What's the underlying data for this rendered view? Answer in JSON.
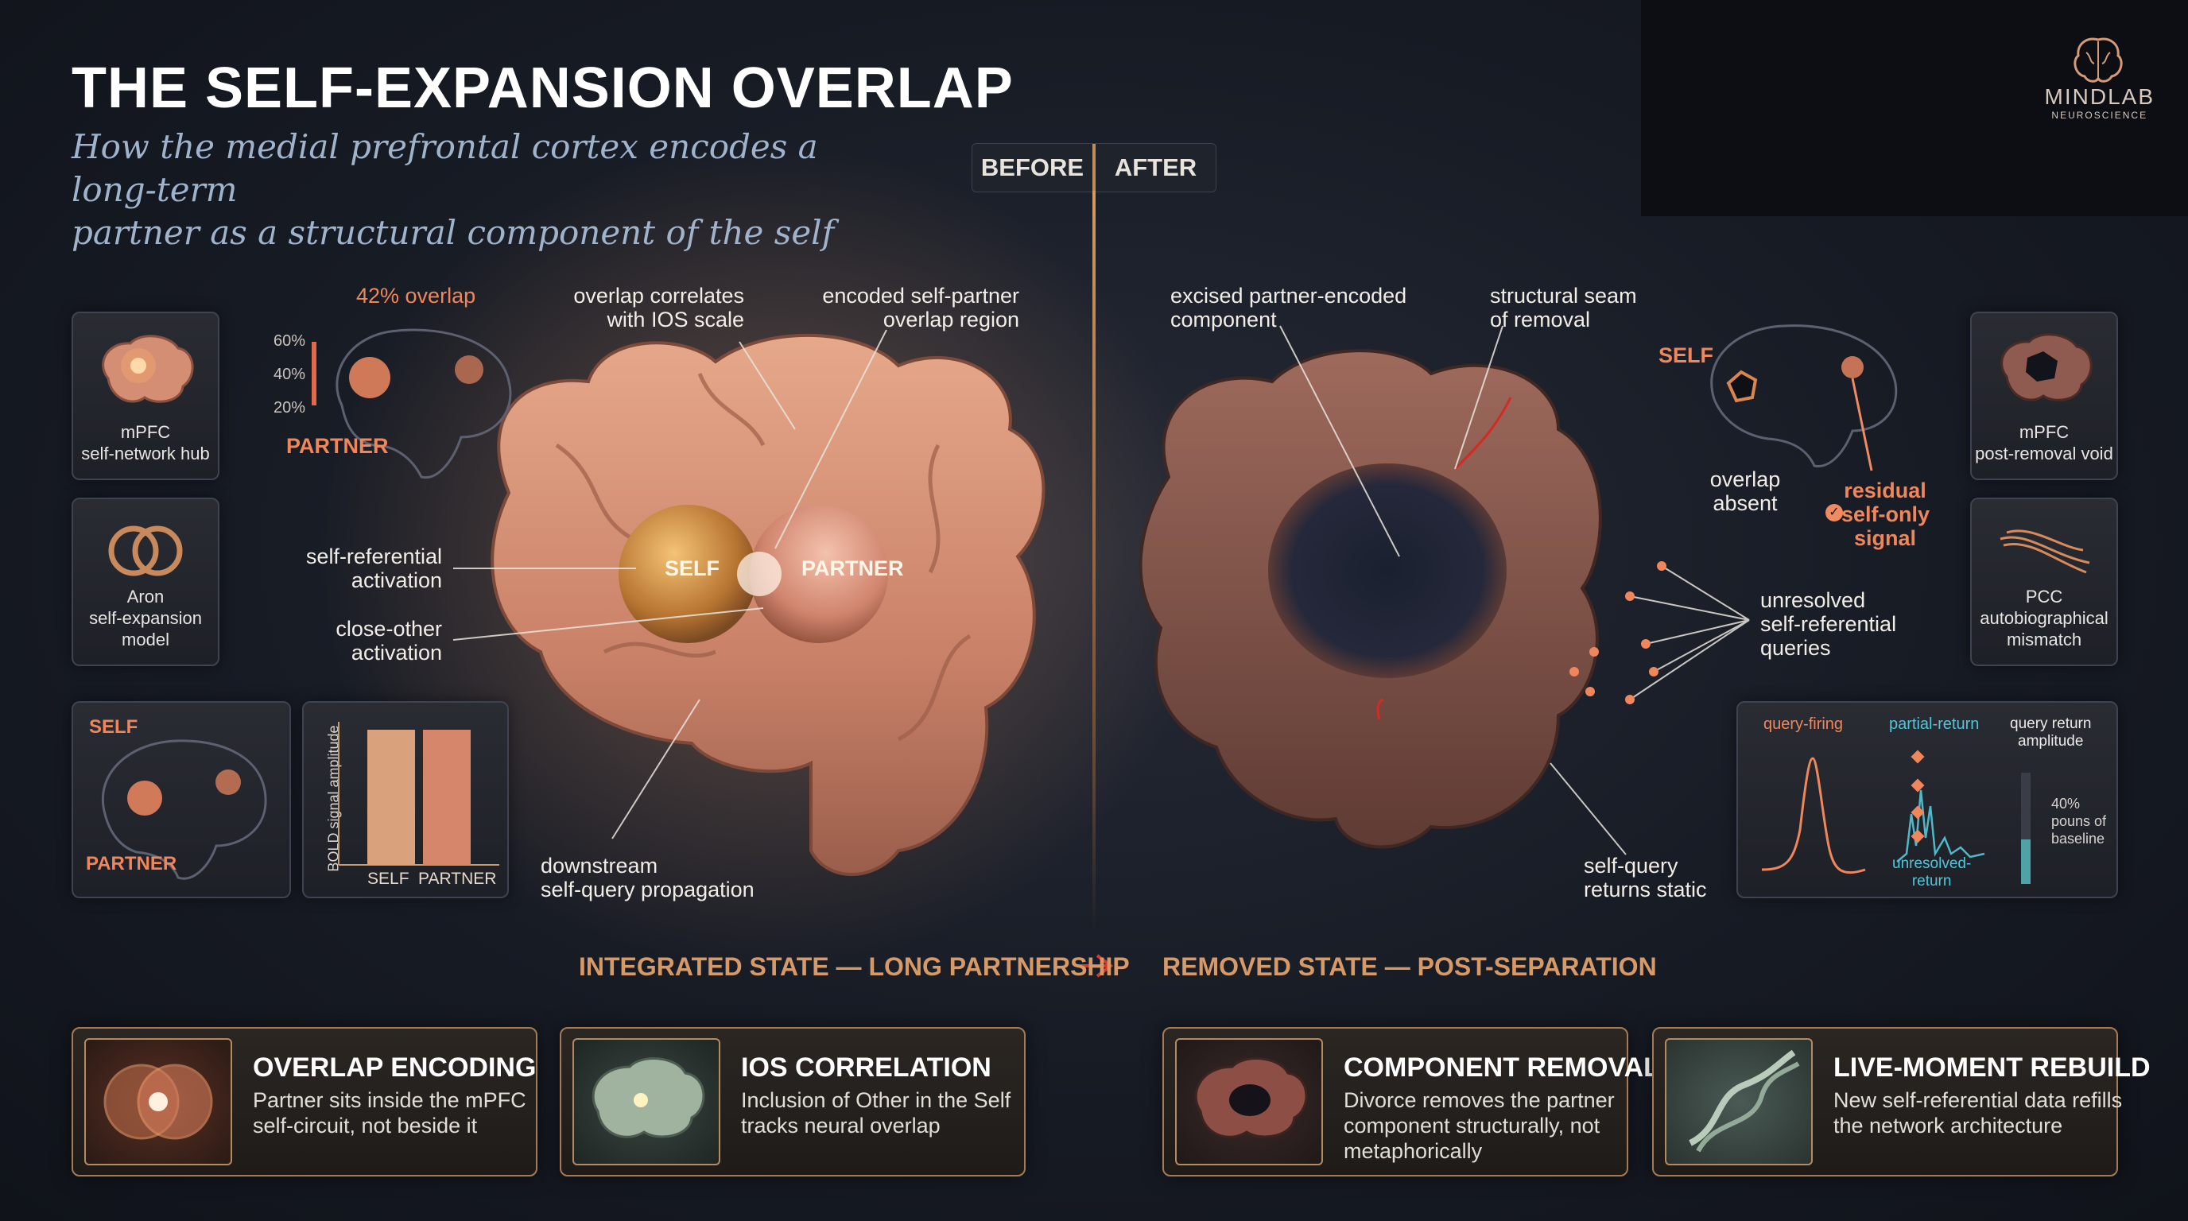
{
  "header": {
    "title": "THE SELF-EXPANSION OVERLAP",
    "subtitle_line1": "How the medial prefrontal cortex encodes a long-term",
    "subtitle_line2": "partner as a structural component of the self"
  },
  "logo": {
    "name": "MINDLAB",
    "tagline": "NEUROSCIENCE",
    "icon": "brain-icon"
  },
  "toggle": {
    "before": "BEFORE",
    "after": "AFTER"
  },
  "left_cards": [
    {
      "line1": "mPFC",
      "line2": "self-network hub",
      "icon": "brain-glow-icon"
    },
    {
      "line1": "Aron",
      "line2": "self-expansion",
      "line3": "model",
      "icon": "overlapping-rings-icon"
    }
  ],
  "overlap_figure": {
    "overlap_label": "42% overlap",
    "ticks": [
      "60%",
      "40%",
      "20%"
    ],
    "partner_label": "PARTNER"
  },
  "sagittal_left": {
    "self_label": "SELF",
    "partner_label": "PARTNER"
  },
  "bar_chart": {
    "ylabel": "BOLD signal amplitude",
    "categories": [
      "SELF",
      "PARTNER"
    ],
    "values": [
      1.0,
      1.0
    ]
  },
  "before_annotations": {
    "overlap_ios": [
      "overlap correlates",
      "with IOS scale"
    ],
    "encoded_region": [
      "encoded self-partner",
      "overlap region"
    ],
    "self_ref": [
      "self-referential",
      "activation"
    ],
    "close_other": [
      "close-other",
      "activation"
    ],
    "downstream": [
      "downstream",
      "self-query propagation"
    ],
    "sphere_self": "SELF",
    "sphere_partner": "PARTNER"
  },
  "after_annotations": {
    "excised": [
      "excised partner-encoded",
      "component"
    ],
    "seam": [
      "structural seam",
      "of removal"
    ],
    "unresolved": [
      "unresolved",
      "self-referential",
      "queries"
    ],
    "static": [
      "self-query",
      "returns static"
    ],
    "self_label": "SELF",
    "overlap_absent": [
      "overlap",
      "absent"
    ],
    "residual": [
      "residual",
      "self-only",
      "signal"
    ]
  },
  "right_cards": [
    {
      "line1": "mPFC",
      "line2": "post-removal void",
      "icon": "brain-void-icon"
    },
    {
      "line1": "PCC",
      "line2": "autobiographical",
      "line3": "mismatch",
      "icon": "fiber-tract-icon"
    }
  ],
  "signal_panel": {
    "col1": "query-firing",
    "col2": "partial-return",
    "col3": [
      "query return",
      "amplitude"
    ],
    "unresolved": [
      "unresolved-",
      "return"
    ],
    "gauge": [
      "40%",
      "pouns of",
      "baseline"
    ]
  },
  "states": {
    "integrated": "INTEGRATED STATE — LONG PARTNERSHIP",
    "removed": "REMOVED STATE — POST-SEPARATION"
  },
  "bottom_cards": [
    {
      "title": "OVERLAP ENCODING",
      "lines": [
        "Partner sits inside the mPFC",
        "self-circuit, not beside it"
      ]
    },
    {
      "title": "IOS CORRELATION",
      "lines": [
        "Inclusion of Other in the Self",
        "tracks neural overlap"
      ]
    },
    {
      "title": "COMPONENT REMOVAL",
      "lines": [
        "Divorce removes the partner",
        "component structurally, not",
        "metaphorically"
      ]
    },
    {
      "title": "LIVE-MOMENT REBUILD",
      "lines": [
        "New self-referential data refills",
        "the network architecture"
      ]
    }
  ],
  "colors": {
    "accent": "#f0865b",
    "brass": "#d79a66",
    "background": "#171b24"
  }
}
